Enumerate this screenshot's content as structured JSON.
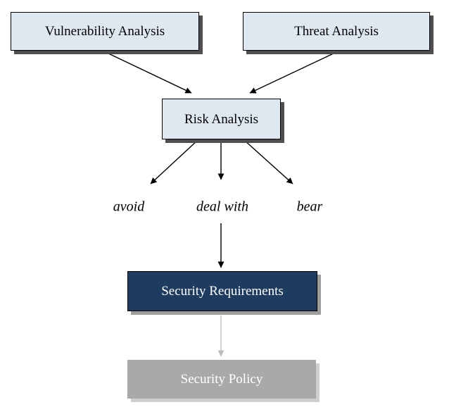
{
  "diagram": {
    "nodes": {
      "vulnerability_analysis": {
        "label": "Vulnerability Analysis"
      },
      "threat_analysis": {
        "label": "Threat Analysis"
      },
      "risk_analysis": {
        "label": "Risk Analysis"
      },
      "avoid": {
        "label": "avoid"
      },
      "deal_with": {
        "label": "deal with"
      },
      "bear": {
        "label": "bear"
      },
      "security_requirements": {
        "label": "Security Requirements"
      },
      "security_policy": {
        "label": "Security Policy"
      }
    },
    "edges": [
      {
        "from": "vulnerability_analysis",
        "to": "risk_analysis",
        "style": "black"
      },
      {
        "from": "threat_analysis",
        "to": "risk_analysis",
        "style": "black"
      },
      {
        "from": "risk_analysis",
        "to": "avoid",
        "style": "black"
      },
      {
        "from": "risk_analysis",
        "to": "deal_with",
        "style": "black"
      },
      {
        "from": "risk_analysis",
        "to": "bear",
        "style": "black"
      },
      {
        "from": "deal_with",
        "to": "security_requirements",
        "style": "black"
      },
      {
        "from": "security_requirements",
        "to": "security_policy",
        "style": "grey"
      }
    ],
    "colors": {
      "light_box_fill": "#dfe8f1",
      "light_box_border": "#000000",
      "dark_box_fill": "#1e3c5f",
      "grey_box_fill": "#a9a9a9",
      "shadow_dark": "#4f4f4f",
      "shadow_mid": "#9e9e9e",
      "shadow_light": "#cfcfcf",
      "arrow": "#000000",
      "grey_arrow": "#bdbdbd",
      "text_dark": "#000000",
      "text_light": "#ffffff"
    }
  }
}
